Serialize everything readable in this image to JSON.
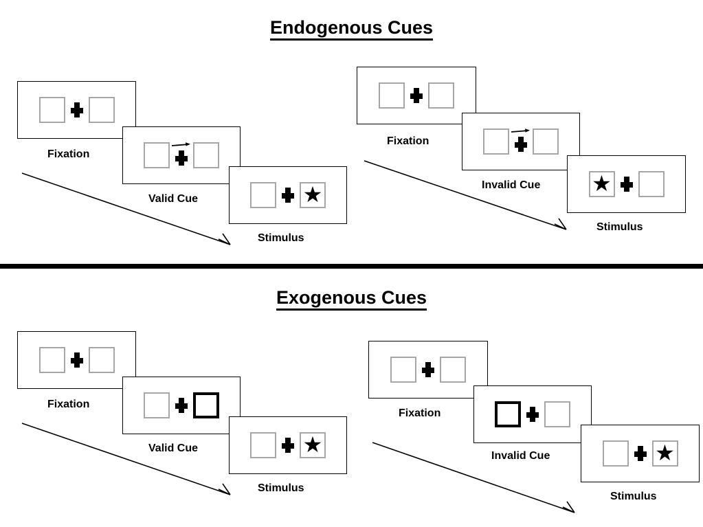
{
  "figure": {
    "type": "diagram",
    "description": "Posner cueing paradigm: endogenous vs exogenous spatial cues, valid vs invalid trials"
  },
  "sections": [
    {
      "id": "endogenous",
      "title": "Endogenous Cues",
      "conditions": [
        {
          "id": "endogenous-valid",
          "cue_label": "Valid Cue",
          "frames": [
            {
              "id": "fixation",
              "caption": "Fixation",
              "cue_type": "none",
              "cued_side": "none",
              "target_side": "none"
            },
            {
              "id": "cue",
              "caption": "Valid Cue",
              "cue_type": "arrow",
              "arrow_direction": "right",
              "cued_side": "right",
              "target_side": "none"
            },
            {
              "id": "stimulus",
              "caption": "Stimulus",
              "cue_type": "none",
              "cued_side": "none",
              "target_side": "right",
              "target_glyph": "★"
            }
          ]
        },
        {
          "id": "endogenous-invalid",
          "cue_label": "Invalid Cue",
          "frames": [
            {
              "id": "fixation",
              "caption": "Fixation",
              "cue_type": "none",
              "cued_side": "none",
              "target_side": "none"
            },
            {
              "id": "cue",
              "caption": "Invalid Cue",
              "cue_type": "arrow",
              "arrow_direction": "right",
              "cued_side": "right",
              "target_side": "none"
            },
            {
              "id": "stimulus",
              "caption": "Stimulus",
              "cue_type": "none",
              "cued_side": "none",
              "target_side": "left",
              "target_glyph": "★"
            }
          ]
        }
      ]
    },
    {
      "id": "exogenous",
      "title": "Exogenous Cues",
      "conditions": [
        {
          "id": "exogenous-valid",
          "cue_label": "Valid Cue",
          "frames": [
            {
              "id": "fixation",
              "caption": "Fixation",
              "cue_type": "none",
              "cued_side": "none",
              "target_side": "none"
            },
            {
              "id": "cue",
              "caption": "Valid Cue",
              "cue_type": "box-flash",
              "cued_side": "right",
              "target_side": "none"
            },
            {
              "id": "stimulus",
              "caption": "Stimulus",
              "cue_type": "none",
              "cued_side": "none",
              "target_side": "right",
              "target_glyph": "★"
            }
          ]
        },
        {
          "id": "exogenous-invalid",
          "cue_label": "Invalid Cue",
          "frames": [
            {
              "id": "fixation",
              "caption": "Fixation",
              "cue_type": "none",
              "cued_side": "none",
              "target_side": "none"
            },
            {
              "id": "cue",
              "caption": "Invalid Cue",
              "cue_type": "box-flash",
              "cued_side": "left",
              "target_side": "none"
            },
            {
              "id": "stimulus",
              "caption": "Stimulus",
              "cue_type": "none",
              "cued_side": "none",
              "target_side": "right",
              "target_glyph": "★"
            }
          ]
        }
      ]
    }
  ],
  "labels": {
    "endogenous_title": "Endogenous Cues",
    "exogenous_title": "Exogenous Cues",
    "fixation": "Fixation",
    "valid_cue": "Valid Cue",
    "invalid_cue": "Invalid Cue",
    "stimulus": "Stimulus"
  },
  "glyphs": {
    "star": "★"
  },
  "colors": {
    "ink": "#000000",
    "box_border": "#a6a6a6",
    "cued_box_border": "#000000",
    "background": "#ffffff"
  }
}
